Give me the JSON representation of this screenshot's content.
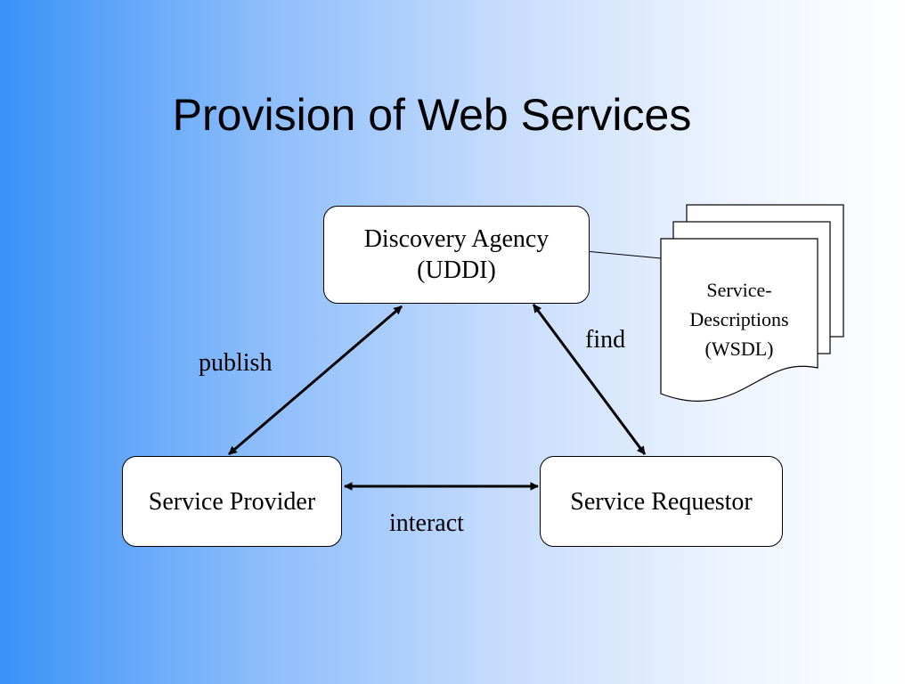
{
  "title": "Provision of Web Services",
  "nodes": {
    "discovery": {
      "line1": "Discovery Agency",
      "line2": "(UDDI)"
    },
    "provider": {
      "label": "Service Provider"
    },
    "requestor": {
      "label": "Service Requestor"
    }
  },
  "edges": {
    "publish": "publish",
    "find": "find",
    "interact": "interact"
  },
  "document": {
    "line1": "Service-",
    "line2": "Descriptions",
    "line3": "(WSDL)"
  }
}
